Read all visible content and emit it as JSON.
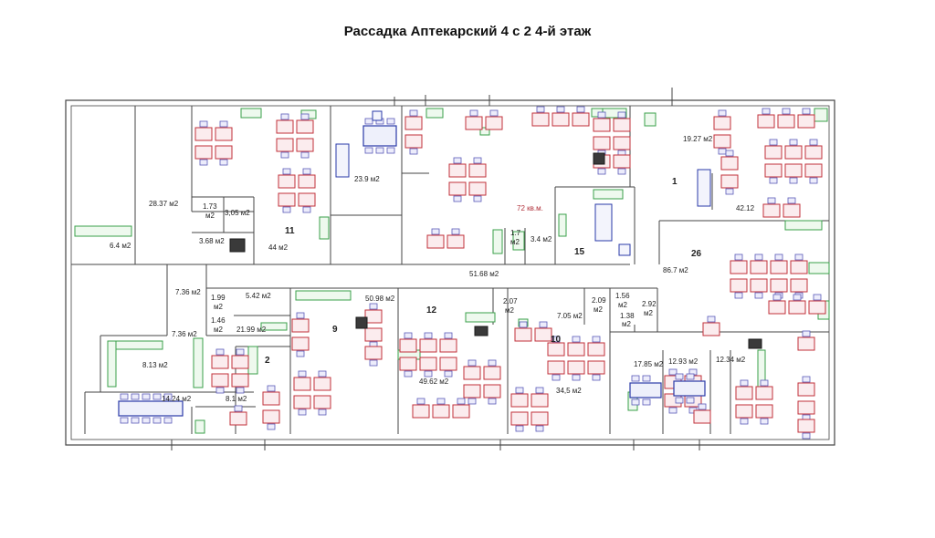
{
  "title": "Рассадка Аптекарский 4 с 2 4-й этаж",
  "room_numbers": [
    {
      "id": "r1",
      "text": "1"
    },
    {
      "id": "r2",
      "text": "2"
    },
    {
      "id": "r9",
      "text": "9"
    },
    {
      "id": "r10",
      "text": "10"
    },
    {
      "id": "r11",
      "text": "11"
    },
    {
      "id": "r12",
      "text": "12"
    },
    {
      "id": "r15",
      "text": "15"
    },
    {
      "id": "r26",
      "text": "26"
    }
  ],
  "areas": [
    {
      "id": "a1",
      "text": "28.37 м2"
    },
    {
      "id": "a2",
      "text": "6.4 м2"
    },
    {
      "id": "a3",
      "text": "1.73"
    },
    {
      "id": "a4",
      "text": "м2"
    },
    {
      "id": "a5",
      "text": "3,05 м2"
    },
    {
      "id": "a6",
      "text": "3.68 м2"
    },
    {
      "id": "a7",
      "text": "44 м2"
    },
    {
      "id": "a8",
      "text": "23.9 м2"
    },
    {
      "id": "a9",
      "text": "72 кв.м."
    },
    {
      "id": "a10",
      "text": "1.7"
    },
    {
      "id": "a11",
      "text": "м2"
    },
    {
      "id": "a12",
      "text": "3.4 м2"
    },
    {
      "id": "a13",
      "text": "19.27 м2"
    },
    {
      "id": "a14",
      "text": "42.12"
    },
    {
      "id": "a15",
      "text": "51.68 м2"
    },
    {
      "id": "a16",
      "text": "86.7 м2"
    },
    {
      "id": "a17",
      "text": "7.36 м2"
    },
    {
      "id": "a18",
      "text": "1.99"
    },
    {
      "id": "a19",
      "text": "м2"
    },
    {
      "id": "a20",
      "text": "5.42 м2"
    },
    {
      "id": "a21",
      "text": "50.98 м2"
    },
    {
      "id": "a22",
      "text": "2.07"
    },
    {
      "id": "a23",
      "text": "м2"
    },
    {
      "id": "a24",
      "text": "2.09"
    },
    {
      "id": "a25",
      "text": "м2"
    },
    {
      "id": "a26",
      "text": "1.56"
    },
    {
      "id": "a27",
      "text": "м2"
    },
    {
      "id": "a28",
      "text": "2.92"
    },
    {
      "id": "a29",
      "text": "м2"
    },
    {
      "id": "a30",
      "text": "1.38"
    },
    {
      "id": "a31",
      "text": "м2"
    },
    {
      "id": "a32",
      "text": "7.05 м2"
    },
    {
      "id": "a33",
      "text": "1.46"
    },
    {
      "id": "a34",
      "text": "м2"
    },
    {
      "id": "a35",
      "text": "21.99 м2"
    },
    {
      "id": "a36",
      "text": "7.36 м2"
    },
    {
      "id": "a37",
      "text": "8.13 м2"
    },
    {
      "id": "a38",
      "text": "14.24 м2"
    },
    {
      "id": "a39",
      "text": "8.1 м2"
    },
    {
      "id": "a40",
      "text": "49.62 м2"
    },
    {
      "id": "a41",
      "text": "34,5 м2"
    },
    {
      "id": "a42",
      "text": "17.85 м2"
    },
    {
      "id": "a43",
      "text": "12.93 м2"
    },
    {
      "id": "a44",
      "text": "12.34 м2"
    }
  ],
  "colors": {
    "wall": "#444444",
    "desk": "#c0303a",
    "chair": "#5a5ab8",
    "storage": "#3aa04a",
    "door": "#2a8a3a",
    "blue_desk": "#2a3aa8"
  }
}
